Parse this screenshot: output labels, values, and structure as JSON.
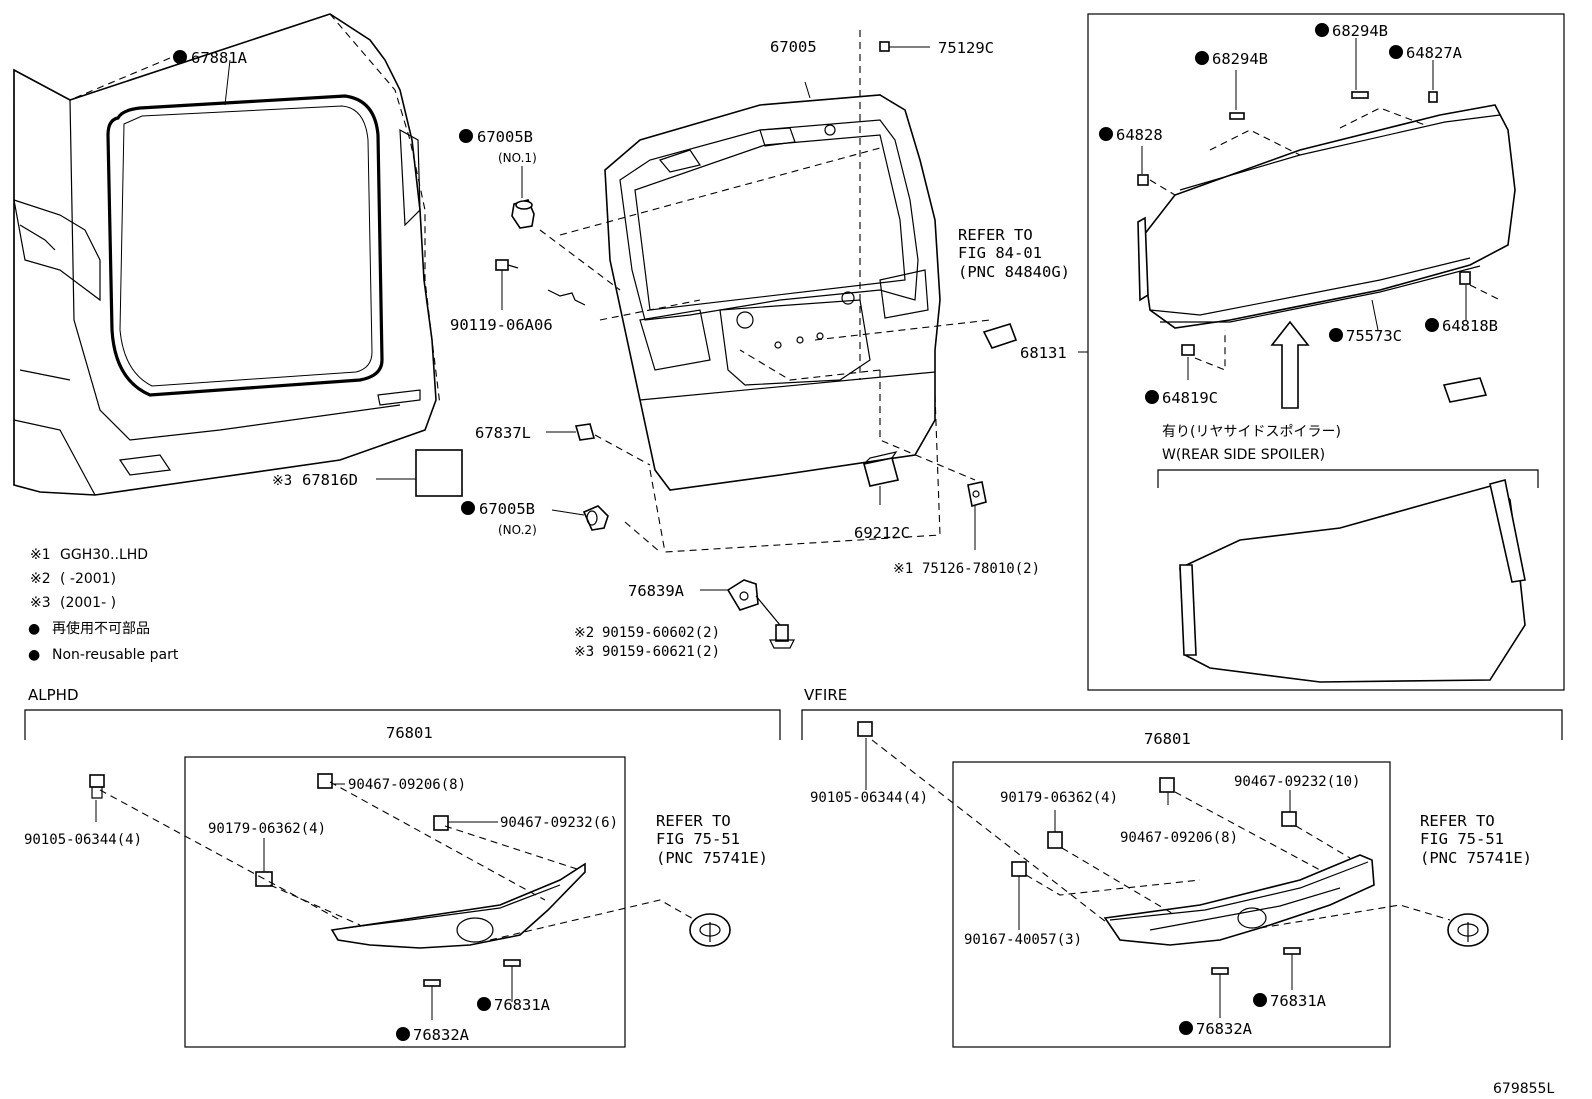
{
  "labels": {
    "p67881A": "67881A",
    "p67005": "67005",
    "p75129C": "75129C",
    "p67005B_1": "67005B",
    "no1": "(NO.1)",
    "p90119": "90119-06A06",
    "refer1_a": "REFER TO",
    "refer1_b": "FIG 84-01",
    "refer1_c": "(PNC 84840G)",
    "p68131": "68131",
    "p67837L": "67837L",
    "mark3_a": "※3",
    "p67816D": "67816D",
    "p67005B_2": "67005B",
    "no2": "(NO.2)",
    "p69212C": "69212C",
    "mark1_a": "※1",
    "p75126": "75126-78010(2)",
    "p76839A": "76839A",
    "mark2_a": "※2",
    "p90159_602": "90159-60602(2)",
    "mark3_b": "※3",
    "p90159_621": "90159-60621(2)",
    "p68294B_1": "68294B",
    "p68294B_2": "68294B",
    "p64827A": "64827A",
    "p64828": "64828",
    "p75573C": "75573C",
    "p64818B": "64818B",
    "p64819C": "64819C",
    "spoiler_jp": "有り(リヤサイドスポイラー)",
    "spoiler_en": "W(REAR SIDE SPOILER)",
    "alphd": "ALPHD",
    "vfire": "VFIRE",
    "a76801": "76801",
    "a90105": "90105-06344(4)",
    "a90467_206": "90467-09206(8)",
    "a90179": "90179-06362(4)",
    "a90467_232": "90467-09232(6)",
    "a_refer_a": "REFER TO",
    "a_refer_b": "FIG 75-51",
    "a_refer_c": "(PNC 75741E)",
    "a76831A": "76831A",
    "a76832A": "76832A",
    "v76801": "76801",
    "v90105": "90105-06344(4)",
    "v90179": "90179-06362(4)",
    "v90467_232": "90467-09232(10)",
    "v90467_206": "90467-09206(8)",
    "v90167": "90167-40057(3)",
    "v_refer_a": "REFER TO",
    "v_refer_b": "FIG 75-51",
    "v_refer_c": "(PNC 75741E)",
    "v76831A": "76831A",
    "v76832A": "76832A",
    "ref_code": "679855L"
  },
  "notes": [
    {
      "mark": "※1",
      "text": "GGH30..LHD"
    },
    {
      "mark": "※2",
      "text": "(        -2001)"
    },
    {
      "mark": "※3",
      "text": "(2001-        )"
    },
    {
      "mark": "●",
      "text": "再使用不可部品"
    },
    {
      "mark": "●",
      "text": "Non-reusable part"
    }
  ]
}
